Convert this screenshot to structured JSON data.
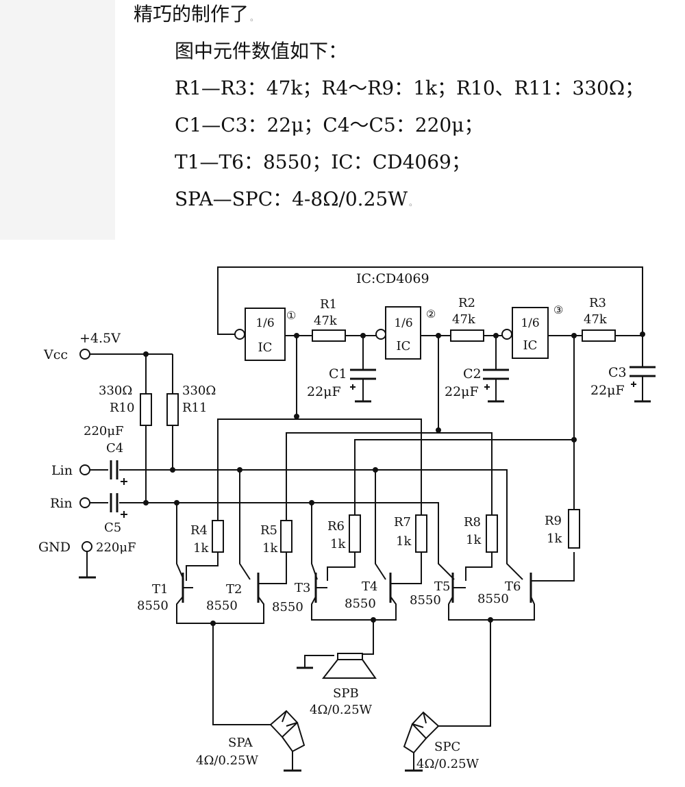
{
  "text": {
    "line1": "精巧的制作了",
    "line1_mark": "。",
    "line2": "图中元件数值如下：",
    "line3": "R1—R3：47k；R4～R9：1k；R10、R11：330Ω；",
    "line4": "C1—C3：22μ；C4～C5：220μ；",
    "line5": "T1—T6：8550；IC：CD4069；",
    "line6": "SPA—SPC：4-8Ω/0.25W",
    "line6_mark": "。"
  },
  "schematic": {
    "ic_label": "IC:CD4069",
    "gate_frac": "1/6",
    "gate_ic": "IC",
    "pin1": "①",
    "pin2": "②",
    "pin3": "③",
    "r1": "R1",
    "r2": "R2",
    "r3": "R3",
    "r47k": "47k",
    "c1": "C1",
    "c2": "C2",
    "c3": "C3",
    "c22": "22μF",
    "vcc_volt": "+4.5V",
    "vcc": "Vcc",
    "r330": "330Ω",
    "r10": "R10",
    "r11": "R11",
    "c220": "220μF",
    "c4": "C4",
    "c5": "C5",
    "lin": "Lin",
    "rin": "Rin",
    "gnd": "GND",
    "r4": "R4",
    "r5": "R5",
    "r6": "R6",
    "r7": "R7",
    "r8": "R8",
    "r9": "R9",
    "r1k": "1k",
    "t1": "T1",
    "t2": "T2",
    "t3": "T3",
    "t4": "T4",
    "t5": "T5",
    "t6": "T6",
    "t8550": "8550",
    "spa": "SPA",
    "spb": "SPB",
    "spc": "SPC",
    "sp_rating": "4Ω/0.25W"
  }
}
